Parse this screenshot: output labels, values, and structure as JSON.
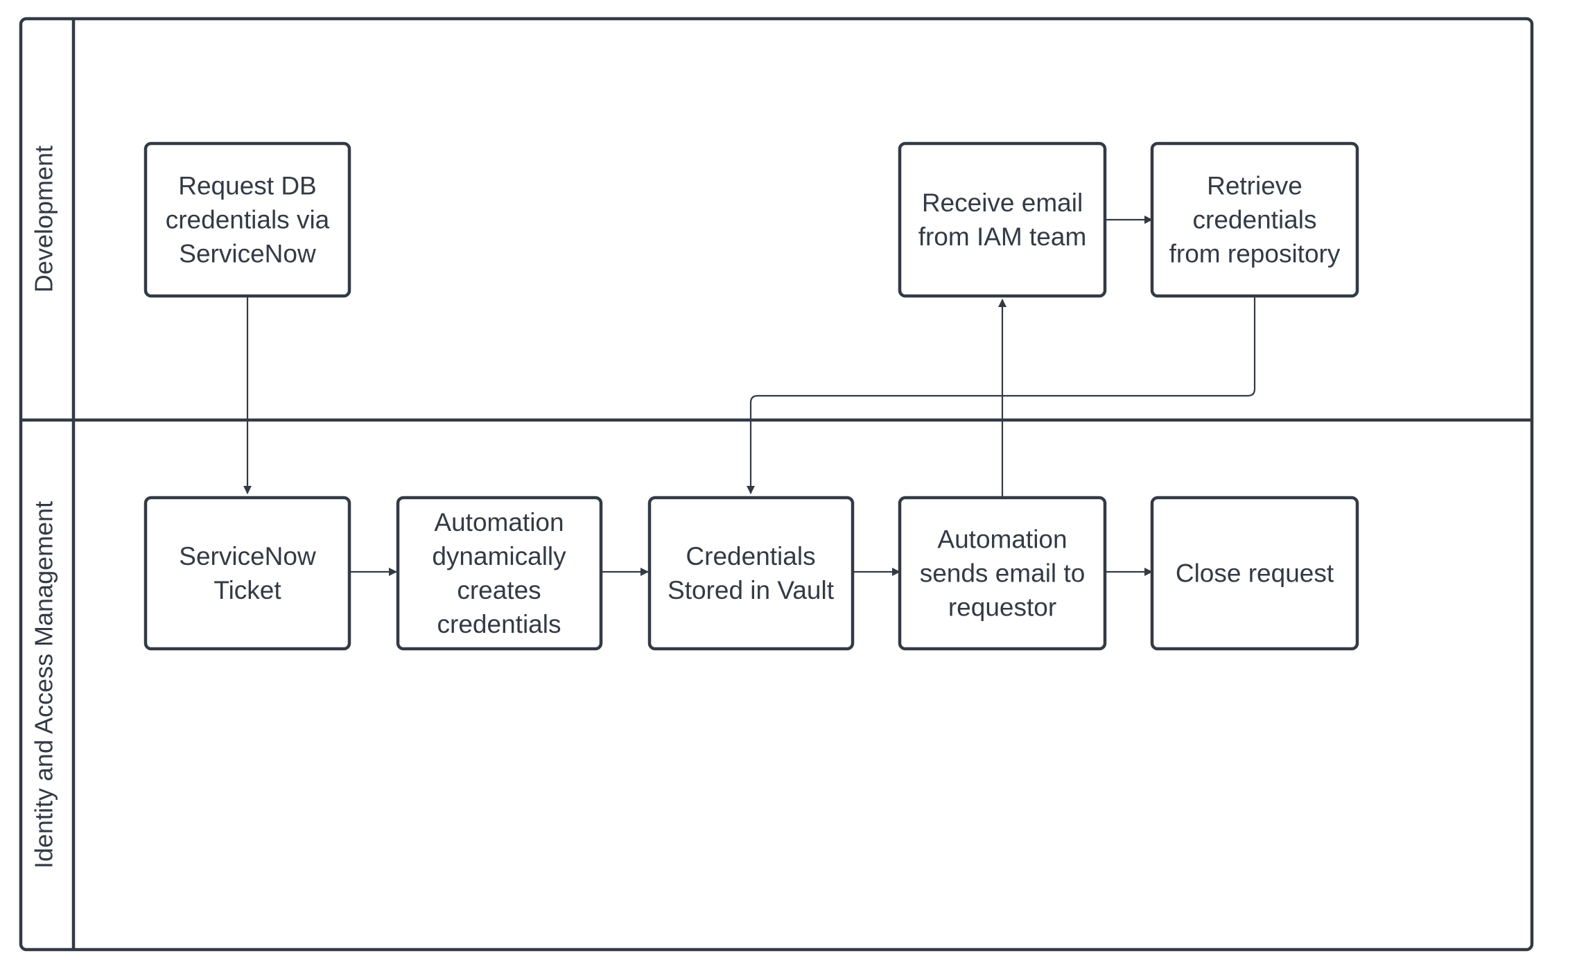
{
  "colors": {
    "stroke": "#333a45",
    "text": "#333a45",
    "background": "#ffffff"
  },
  "lanes": [
    {
      "id": "development",
      "label": "Development"
    },
    {
      "id": "iam",
      "label": "Identity and Access Management"
    }
  ],
  "nodes": [
    {
      "id": "request",
      "lane": "development",
      "lines": [
        "Request DB",
        "credentials via",
        "ServiceNow"
      ]
    },
    {
      "id": "receive-email",
      "lane": "development",
      "lines": [
        "Receive email",
        "from IAM team"
      ]
    },
    {
      "id": "retrieve",
      "lane": "development",
      "lines": [
        "Retrieve",
        "credentials",
        "from repository"
      ]
    },
    {
      "id": "ticket",
      "lane": "iam",
      "lines": [
        "ServiceNow",
        "Ticket"
      ]
    },
    {
      "id": "automation-create",
      "lane": "iam",
      "lines": [
        "Automation",
        "dynamically",
        "creates",
        "credentials"
      ]
    },
    {
      "id": "vault",
      "lane": "iam",
      "lines": [
        "Credentials",
        "Stored in Vault"
      ]
    },
    {
      "id": "automation-email",
      "lane": "iam",
      "lines": [
        "Automation",
        "sends email to",
        "requestor"
      ]
    },
    {
      "id": "close",
      "lane": "iam",
      "lines": [
        "Close request"
      ]
    }
  ],
  "edges": [
    {
      "from": "request",
      "to": "ticket"
    },
    {
      "from": "ticket",
      "to": "automation-create"
    },
    {
      "from": "automation-create",
      "to": "vault"
    },
    {
      "from": "vault",
      "to": "automation-email"
    },
    {
      "from": "automation-email",
      "to": "close"
    },
    {
      "from": "automation-email",
      "to": "receive-email"
    },
    {
      "from": "receive-email",
      "to": "retrieve"
    },
    {
      "from": "retrieve",
      "to": "vault"
    }
  ]
}
